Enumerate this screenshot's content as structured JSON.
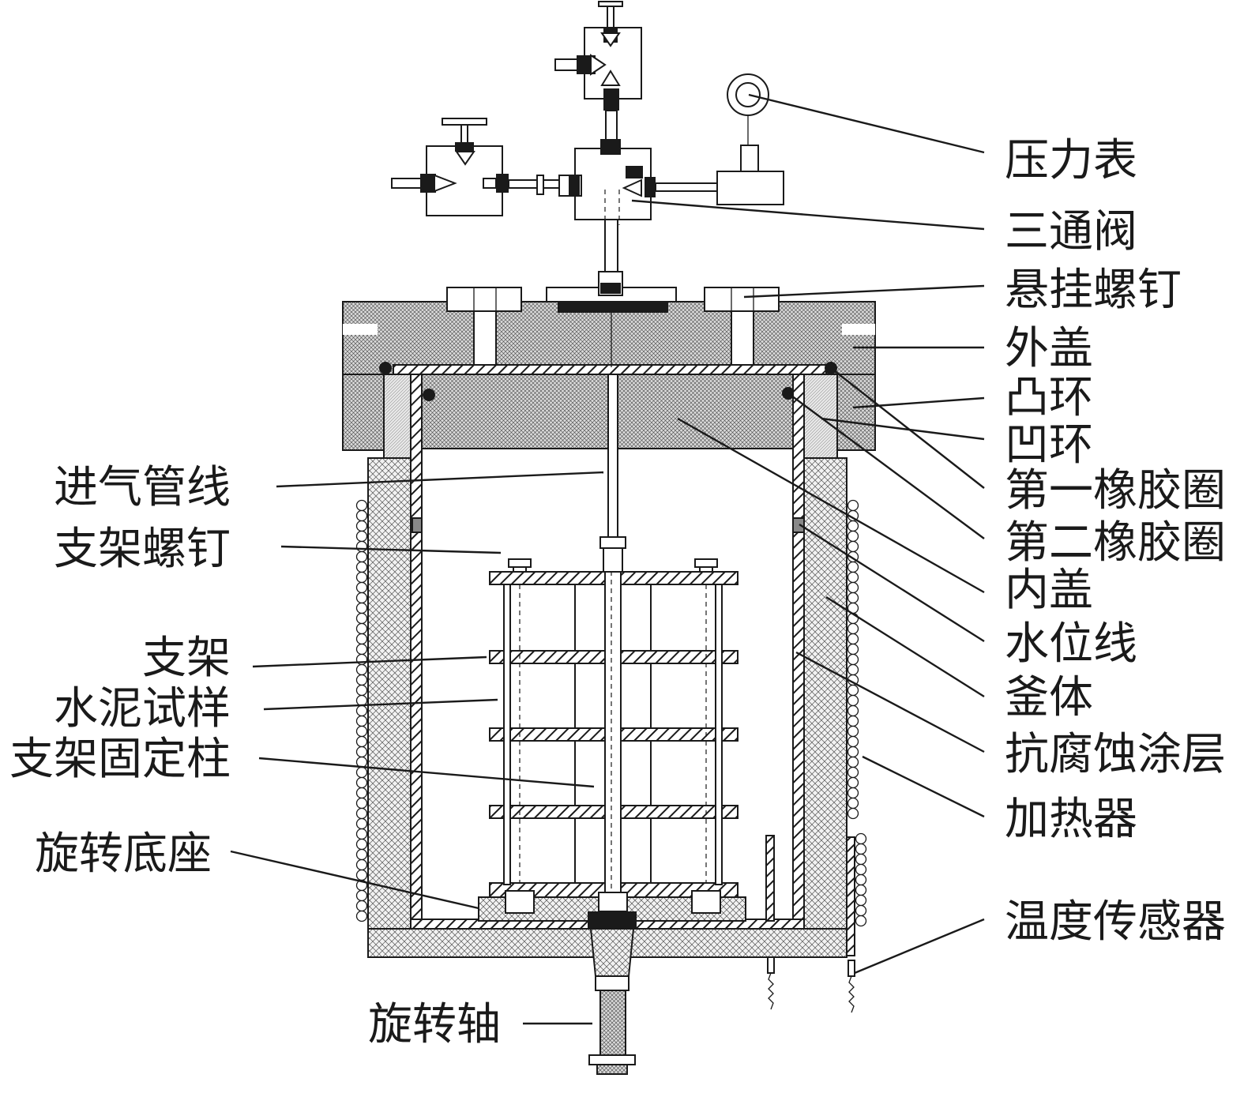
{
  "labels": {
    "pressure_gauge": "压力表",
    "three_way_valve": "三通阀",
    "hanging_screw": "悬挂螺钉",
    "outer_cover": "外盖",
    "convex_ring": "凸环",
    "concave_ring": "凹环",
    "first_rubber_ring": "第一橡胶圈",
    "second_rubber_ring": "第二橡胶圈",
    "inner_cover": "内盖",
    "water_level_line": "水位线",
    "kettle_body": "釜体",
    "anticorrosion_coating": "抗腐蚀涂层",
    "heater": "加热器",
    "temperature_sensor": "温度传感器",
    "gas_inlet_pipeline": "进气管线",
    "bracket_screw": "支架螺钉",
    "bracket": "支架",
    "cement_sample": "水泥试样",
    "bracket_fixing_column": "支架固定柱",
    "rotating_base": "旋转底座",
    "rotating_shaft": "旋转轴"
  },
  "colors": {
    "ink": "#1a1a1a",
    "fill_light": "#e6e6e6",
    "fill_dark": "#bdbdbd"
  }
}
